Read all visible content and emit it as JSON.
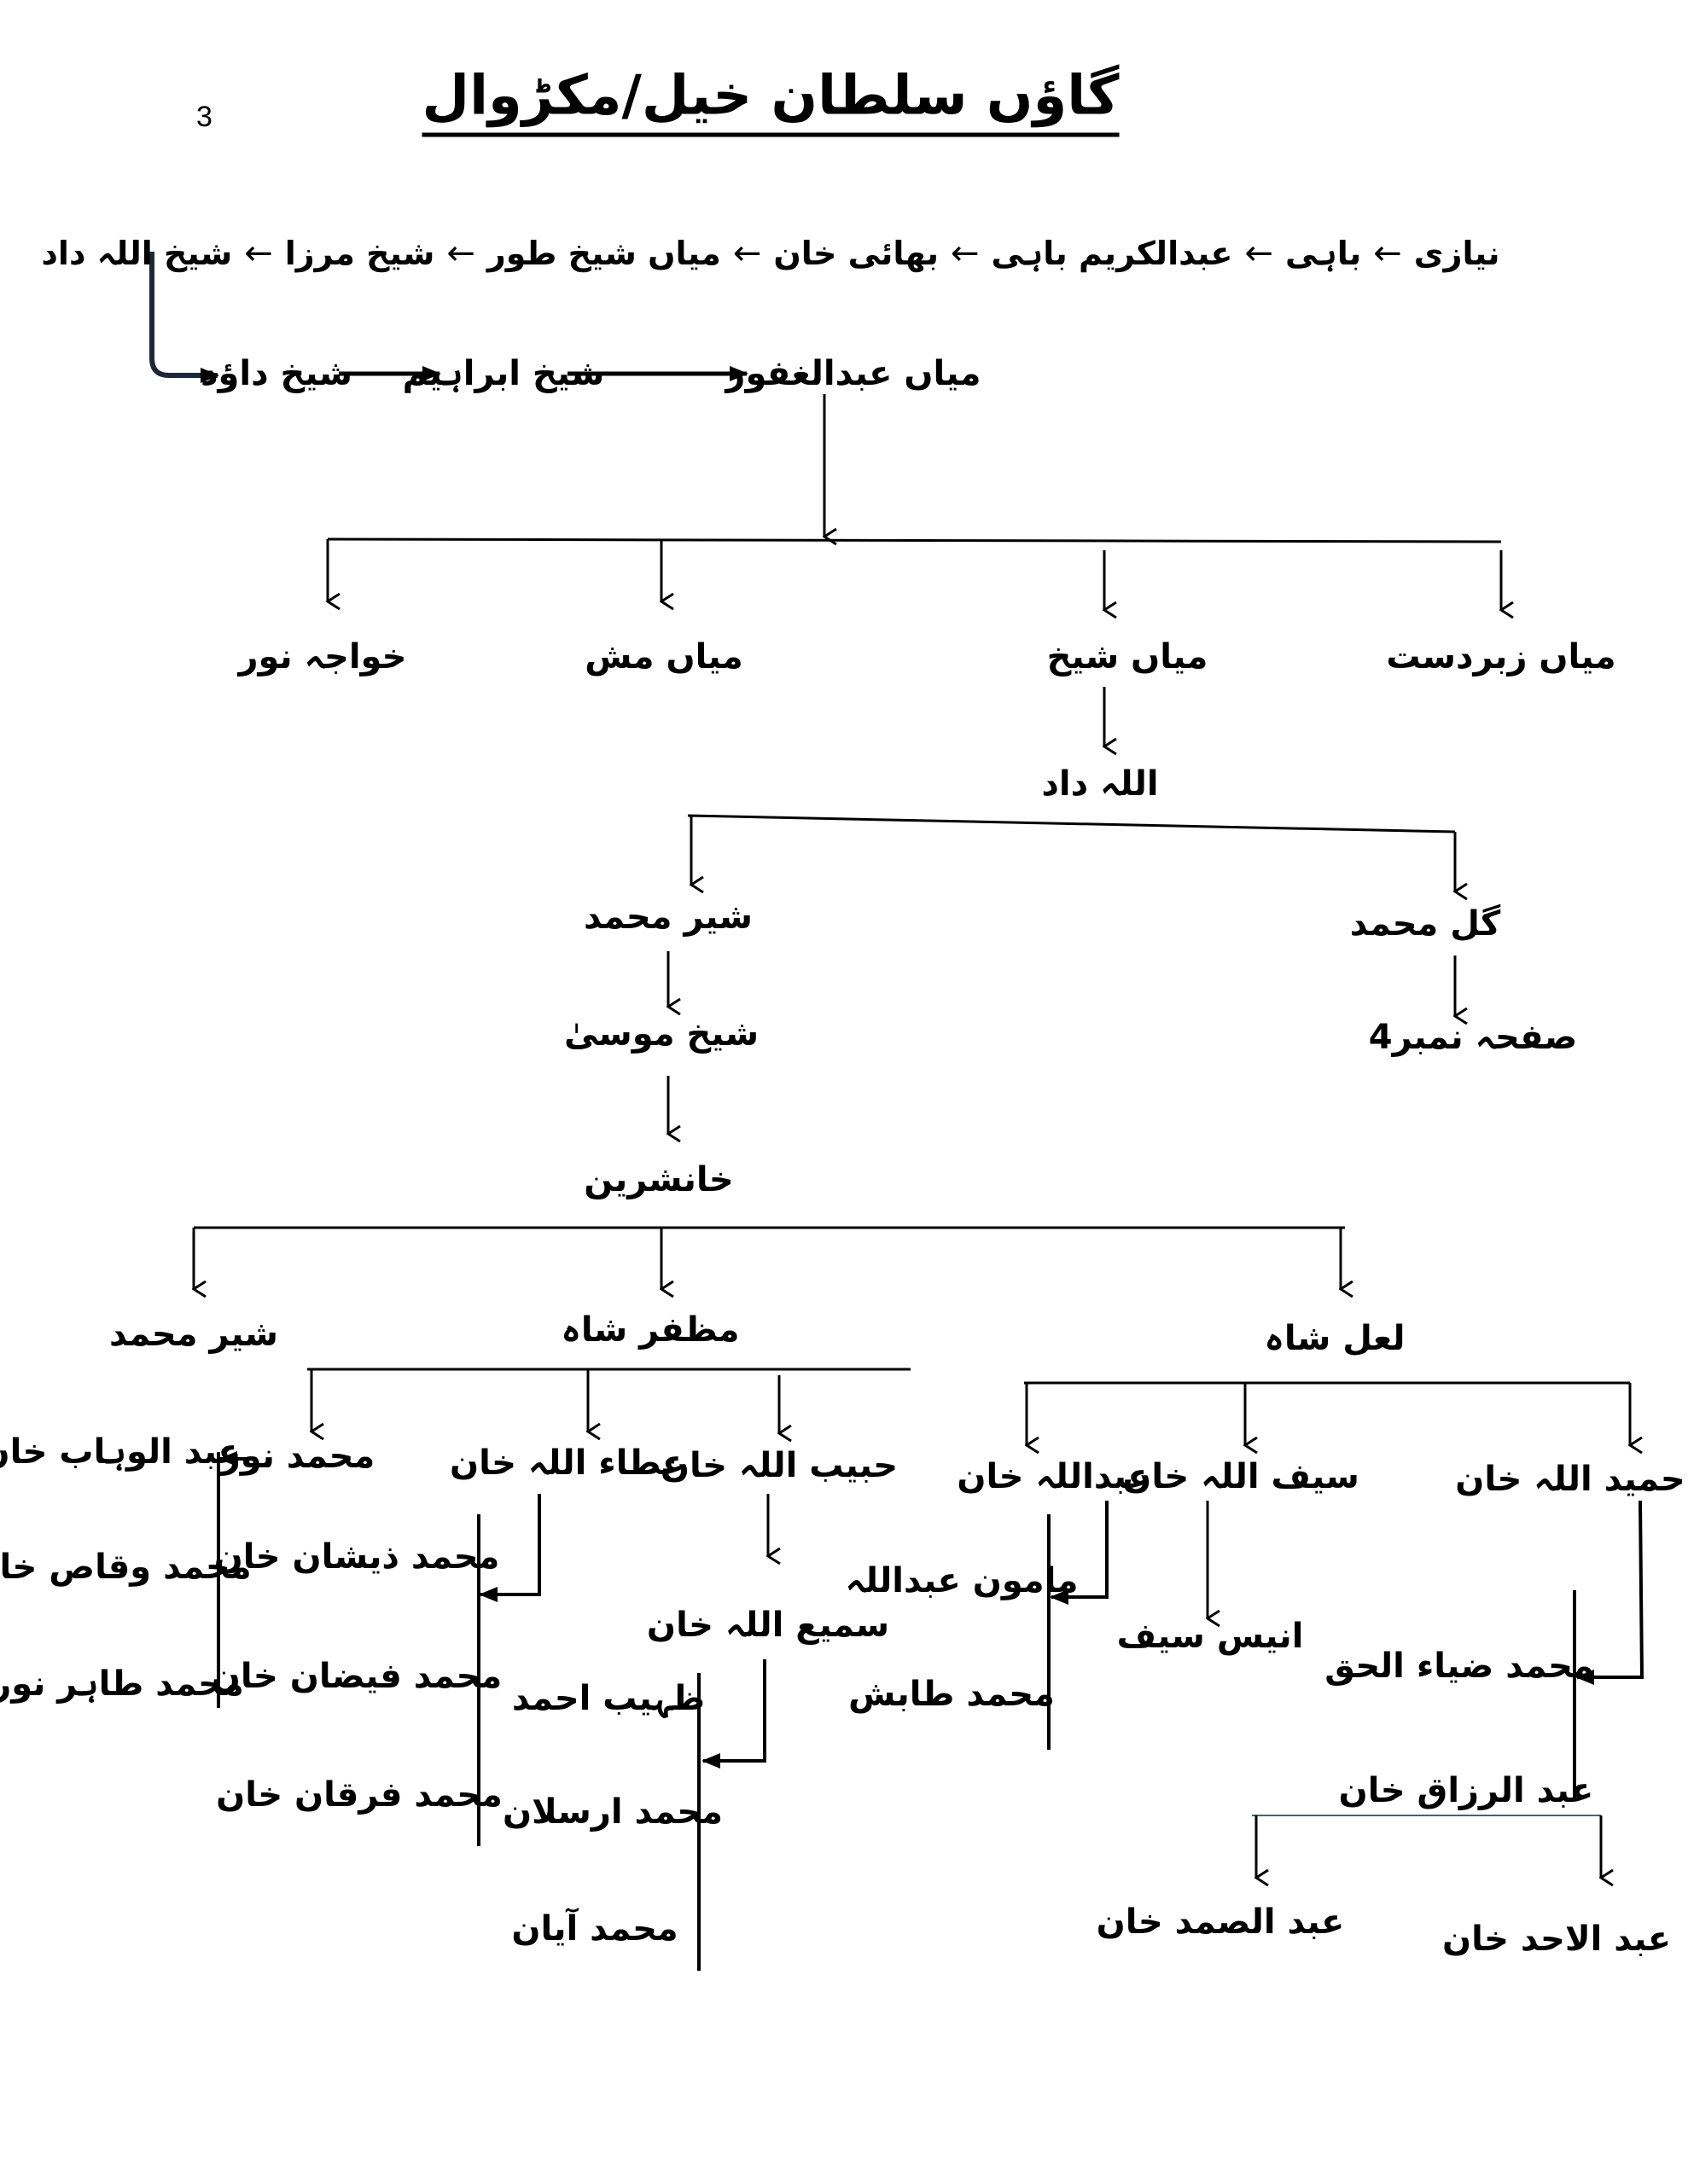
{
  "page_number": "3",
  "title": "گاؤں سلطان خیل/مکڑوال",
  "lineage_row1": [
    "نیازی",
    "باہی",
    "عبدالکریم باہی",
    "بھائی خان",
    "میاں شیخ طور",
    "شیخ مرزا",
    "شیخ اللہ داد"
  ],
  "lineage_arrow": "←",
  "lineage_row2": [
    "شیخ داؤد",
    "شیخ ابراہیم",
    "میاں عبدالغفور"
  ],
  "gen1": [
    "خواجہ نور",
    "میاں مش",
    "میاں شیخ",
    "میاں زبردست"
  ],
  "allah_dad": "اللہ داد",
  "gen3": {
    "sher_muhammad": "شیر محمد",
    "gul_muhammad": "گل محمد",
    "see_page": "صفحہ نمبر4"
  },
  "sheikh_musa": "شیخ موسیٰ",
  "khansharin": "خانشرین",
  "gen6": [
    "شیر محمد",
    "مظفر شاہ",
    "لعل شاہ"
  ],
  "muzaffar_children": {
    "muhammad_noor": "محمد نور",
    "ataullah": "عطاء اللہ خان",
    "habibullah": "حبیب اللہ خان"
  },
  "muhammad_noor_children": [
    "عبد الوہاب خان",
    "محمد وقاص خان",
    "محمد طاہر نور"
  ],
  "ataullah_children": [
    "محمد ذیشان خان",
    "محمد فیضان خان",
    "محمد فرقان خان"
  ],
  "samiullah": "سمیع اللہ خان",
  "samiullah_children": [
    "ظہیب احمد",
    "محمد ارسلان",
    "محمد آیان"
  ],
  "laal_shah_children": {
    "abdullah": "عبداللہ خان",
    "saifullah": "سیف اللہ خان",
    "hameedullah": "حمید اللہ خان"
  },
  "abdullah_children": [
    "مامون عبداللہ",
    "محمد طابش"
  ],
  "saifullah_child": "انیس سیف",
  "hameedullah_children": [
    "محمد ضیاء الحق",
    "عبد الرزاق خان"
  ],
  "abdul_razzaq_children": [
    "عبد الصمد خان",
    "عبد الاحد خان"
  ]
}
